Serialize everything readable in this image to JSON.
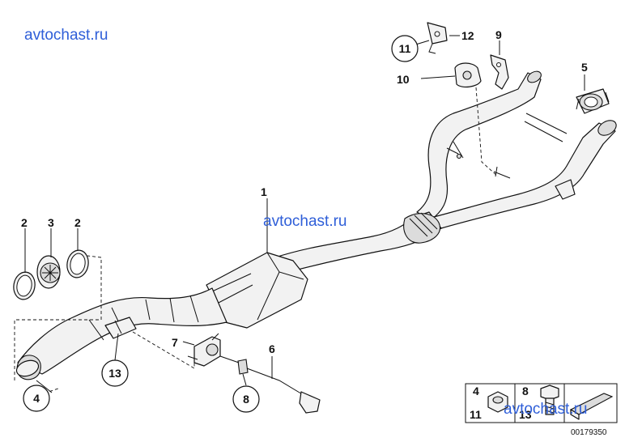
{
  "watermarks": {
    "top_left": "avtochast.ru",
    "center": "avtochast.ru",
    "bottom_right": "avtochast.ru"
  },
  "callouts": {
    "c1": "1",
    "c2a": "2",
    "c3": "3",
    "c2b": "2",
    "c4": "4",
    "c5": "5",
    "c6": "6",
    "c7": "7",
    "c8": "8",
    "c9": "9",
    "c10": "10",
    "c11": "11",
    "c12": "12",
    "c13": "13"
  },
  "legend": {
    "box1_top": "4",
    "box1_bottom": "11",
    "box2_top": "8",
    "box2_bottom": "13"
  },
  "document_number": "00179350"
}
